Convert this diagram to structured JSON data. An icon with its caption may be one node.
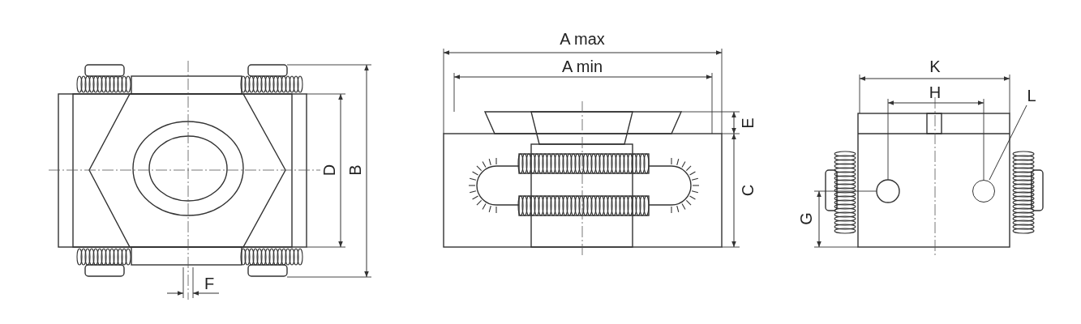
{
  "diagram": {
    "nodes": [
      {
        "text": [
          "L"
        ]
      },
      {
        "text": [],
        "shape": "circle"
      }
    ],
    "edges": [
      {
        "from": 0,
        "to": 1,
        "arrow": "none"
      }
    ],
    "labels": [
      "A max",
      "A min",
      "K",
      "H",
      "E",
      "D",
      "B",
      "C",
      "G",
      "F"
    ]
  }
}
